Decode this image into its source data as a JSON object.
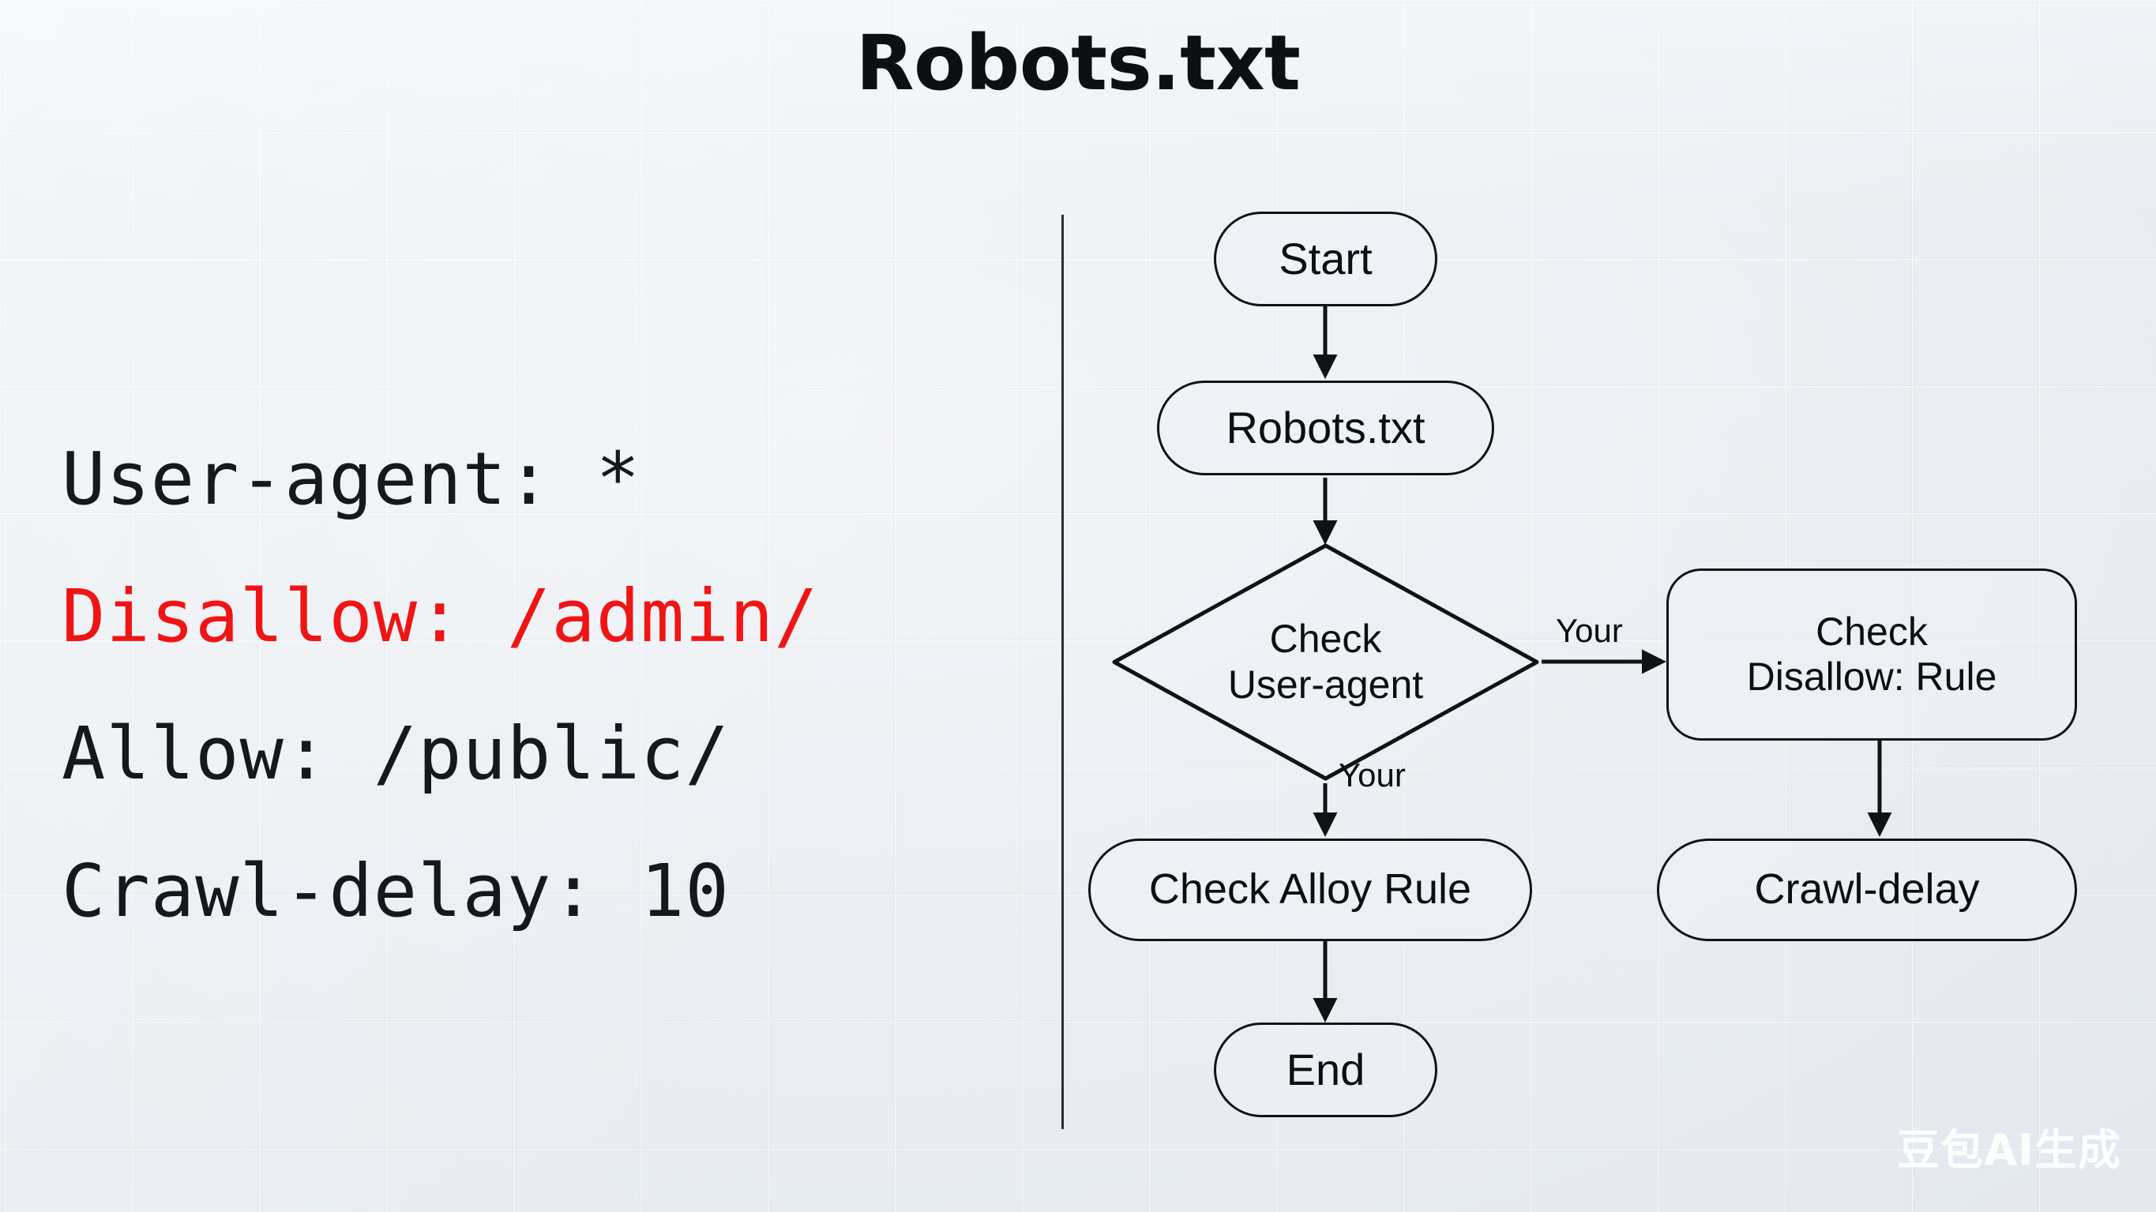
{
  "title": "Robots.txt",
  "code_panel": {
    "lines": [
      {
        "text": "User-agent: *",
        "color": "#15181c"
      },
      {
        "text": "Disallow: /admin/",
        "color": "#f01414"
      },
      {
        "text": "Allow: /public/",
        "color": "#15181c"
      },
      {
        "text": "Crawl-delay: 10",
        "color": "#15181c"
      }
    ]
  },
  "flowchart": {
    "nodes": {
      "start": {
        "label": "Start"
      },
      "robots": {
        "label": "Robots.txt"
      },
      "check_ua_line1": {
        "label": "Check"
      },
      "check_ua_line2": {
        "label": "User-agent"
      },
      "check_disallow_line1": {
        "label": "Check"
      },
      "check_disallow_line2": {
        "label": "Disallow: Rule"
      },
      "check_alloy": {
        "label": "Check Alloy Rule"
      },
      "crawl_delay": {
        "label": "Crawl-delay"
      },
      "end": {
        "label": "End"
      }
    },
    "edge_labels": {
      "right_branch": "Your",
      "down_branch": "Your"
    }
  },
  "watermark": "豆包AI生成",
  "colors": {
    "accent_red": "#f01414",
    "ink": "#0c0e11",
    "paper": "#edf0f3"
  }
}
